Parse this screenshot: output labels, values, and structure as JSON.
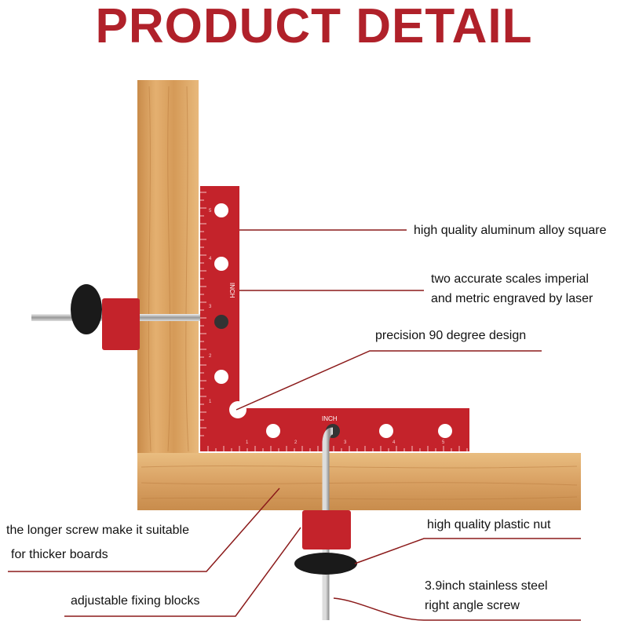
{
  "title": "PRODUCT DETAIL",
  "colors": {
    "title": "#b0212a",
    "square": "#c4232b",
    "leader_line": "#8b1a1a",
    "wood": "#d9a566"
  },
  "square_labels": {
    "vertical_unit": "INCH",
    "horizontal_unit": "INCH",
    "vertical_ticks": [
      "1",
      "2",
      "3",
      "4",
      "5"
    ],
    "horizontal_ticks": [
      "1",
      "2",
      "3",
      "4",
      "5"
    ]
  },
  "callouts": {
    "aluminum": "high quality aluminum alloy square",
    "scales_line1": "two accurate scales imperial",
    "scales_line2": "and metric engraved by laser",
    "precision": "precision 90 degree design",
    "screw_line1": "the longer screw make it suitable",
    "screw_line2": "for thicker boards",
    "blocks": "adjustable fixing blocks",
    "nut": "high quality plastic nut",
    "angle_screw_line1": "3.9inch stainless steel",
    "angle_screw_line2": "right angle screw"
  }
}
